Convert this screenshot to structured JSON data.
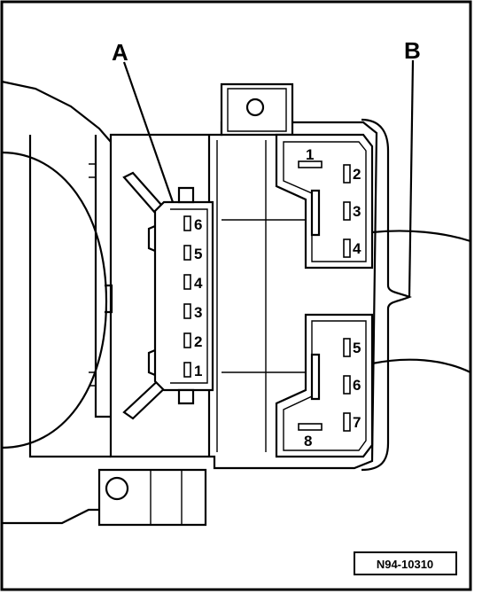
{
  "callouts": {
    "a": "A",
    "b": "B"
  },
  "connector_a": {
    "pins": [
      "6",
      "5",
      "4",
      "3",
      "2",
      "1"
    ]
  },
  "connector_b": {
    "upper_pins": [
      "1",
      "2",
      "3",
      "4"
    ],
    "lower_pins": [
      "5",
      "6",
      "7",
      "8"
    ]
  },
  "reference_code": "N94-10310"
}
